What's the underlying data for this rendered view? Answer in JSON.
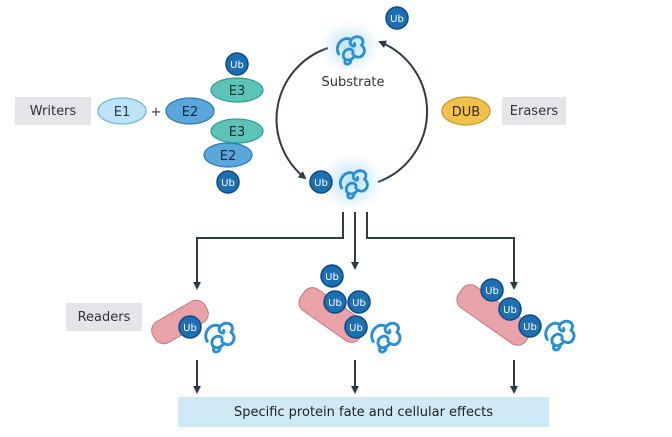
{
  "labels": {
    "writers": "Writers",
    "erasers": "Erasers",
    "readers": "Readers",
    "substrate": "Substrate",
    "footer": "Specific protein fate and cellular effects"
  },
  "enzymes": {
    "e1": "E1",
    "plus": "+",
    "e2": "E2",
    "e3": "E3",
    "dub": "DUB"
  },
  "ubiquitin": "Ub",
  "colors": {
    "ub": "#1d6fb0",
    "ub_ring": "#0d4a86",
    "e1": "#bfe3f6",
    "e2": "#5ba7dc",
    "e3": "#5cc3b8",
    "dub": "#f0c24c",
    "reader": "#e9a3a8",
    "protein": "#2a8fd0",
    "arrow": "#2f3b47",
    "tag_bg": "#e3e5e8",
    "footer_bg": "#cfe9f6"
  }
}
